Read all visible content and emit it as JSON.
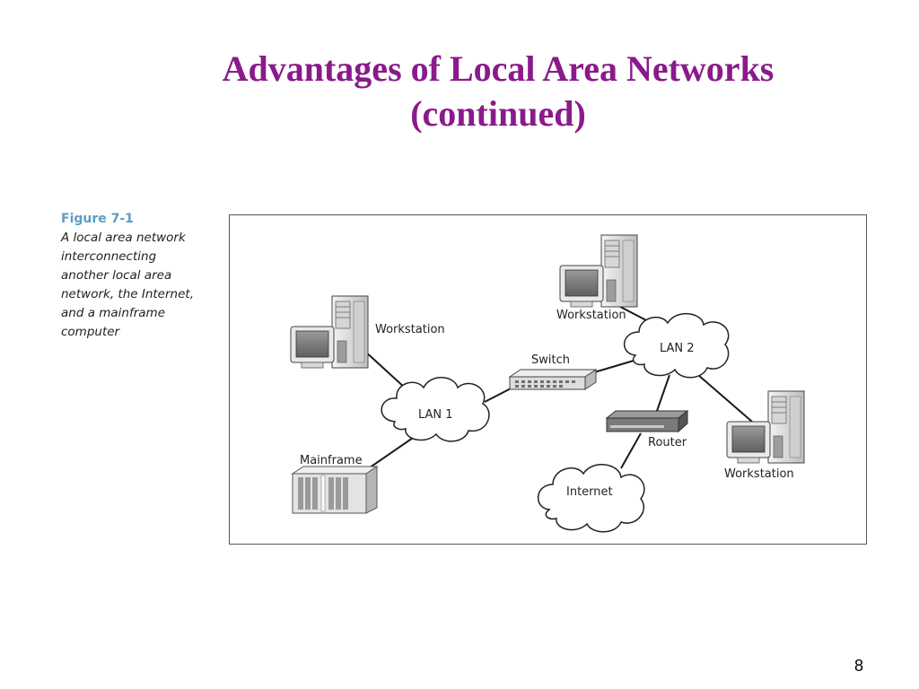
{
  "slide": {
    "title_line1": "Advantages of Local Area Networks",
    "title_line2": "(continued)",
    "page_number": "8"
  },
  "figure": {
    "label": "Figure 7-1",
    "caption_lines": [
      "A local area network",
      "interconnecting",
      "another local area",
      "network, the Internet,",
      "and a mainframe",
      "computer"
    ]
  },
  "diagram": {
    "nodes": {
      "workstation_left": "Workstation",
      "workstation_top": "Workstation",
      "workstation_right": "Workstation",
      "switch": "Switch",
      "lan1": "LAN 1",
      "lan2": "LAN 2",
      "router": "Router",
      "mainframe": "Mainframe",
      "internet": "Internet"
    }
  },
  "colors": {
    "title": "#8a1a8c",
    "figure_label": "#5a9dc4"
  }
}
